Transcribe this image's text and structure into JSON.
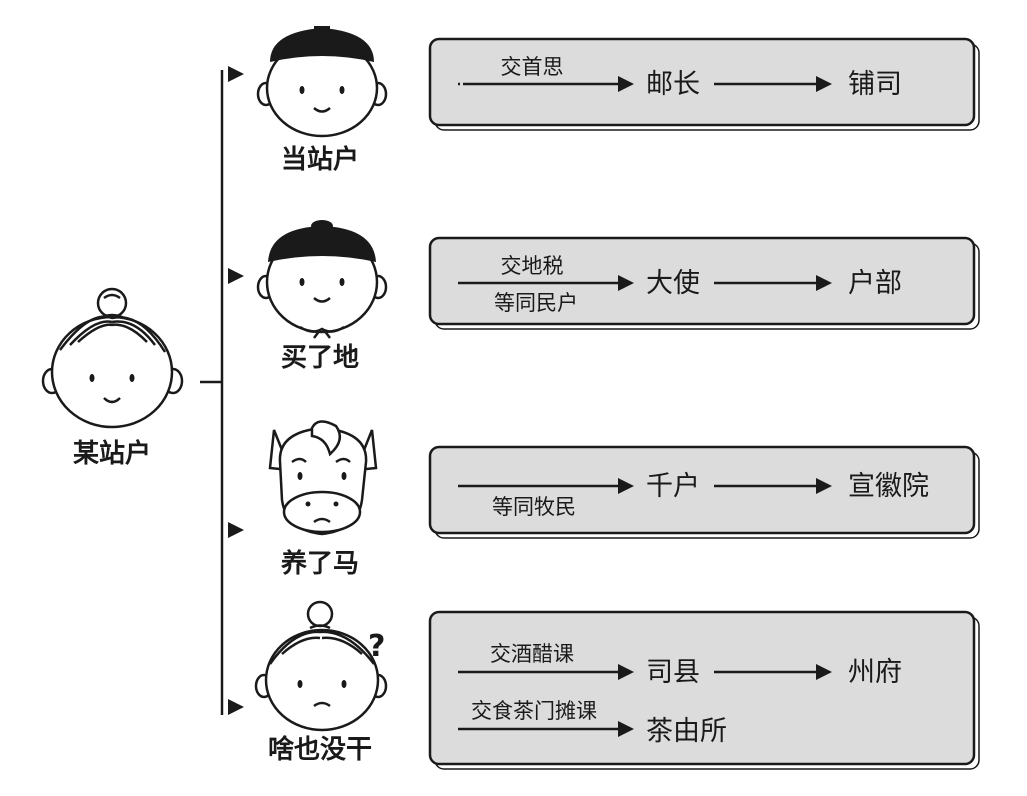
{
  "root": {
    "label": "某站户"
  },
  "branches": [
    {
      "label": "当站户",
      "face": "official-hat",
      "flows": [
        {
          "above": "交首思",
          "below": "",
          "mid": "邮长",
          "end": "铺司"
        }
      ]
    },
    {
      "label": "买了地",
      "face": "round-cap",
      "flows": [
        {
          "above": "交地税",
          "below": "等同民户",
          "mid": "大使",
          "end": "户部"
        }
      ]
    },
    {
      "label": "养了马",
      "face": "horse",
      "flows": [
        {
          "above": "",
          "below": "等同牧民",
          "mid": "千户",
          "end": "宣徽院"
        }
      ]
    },
    {
      "label": "啥也没干",
      "face": "bun-question",
      "question_mark": "?",
      "flows": [
        {
          "above": "交酒醋课",
          "below": "",
          "mid": "司县",
          "end": "州府"
        },
        {
          "above": "交食茶门摊课",
          "below": "",
          "mid": "茶由所",
          "end": ""
        }
      ]
    }
  ]
}
